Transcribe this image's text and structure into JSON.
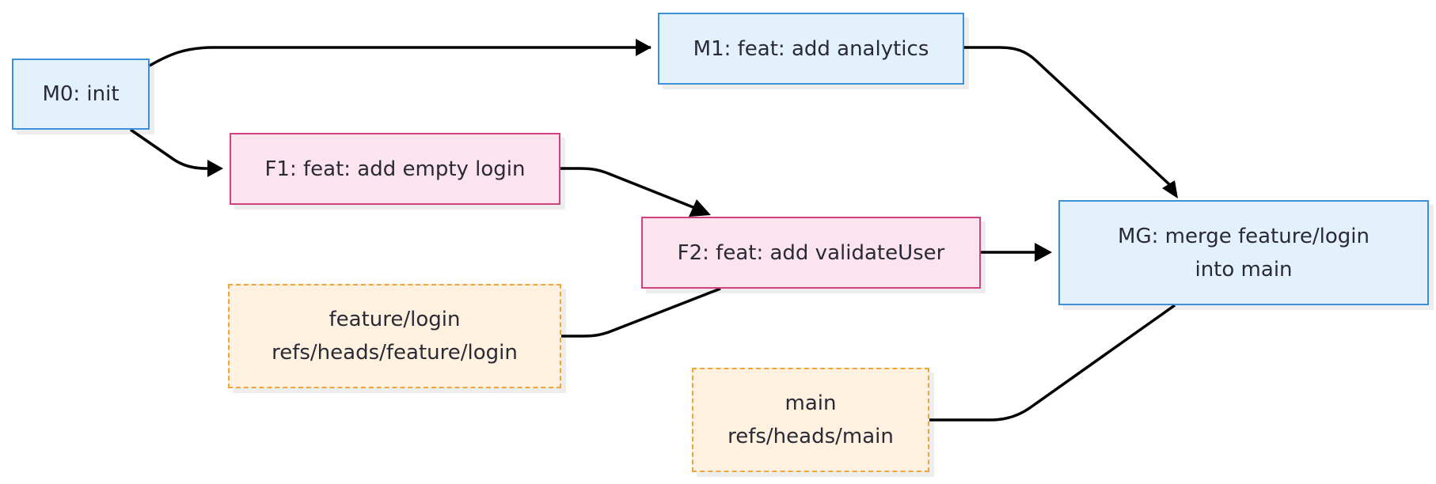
{
  "nodes": {
    "m0": {
      "label": "M0: init"
    },
    "m1": {
      "label": "M1: feat: add analytics"
    },
    "f1": {
      "label": "F1: feat: add empty login"
    },
    "f2": {
      "label": "F2: feat: add validateUser"
    },
    "mg": {
      "line1": "MG: merge feature/login",
      "line2": "into main"
    },
    "ref_feature": {
      "line1": "feature/login",
      "line2": "refs/heads/feature/login"
    },
    "ref_main": {
      "line1": "main",
      "line2": "refs/heads/main"
    }
  },
  "colors": {
    "commit_main_fill": "#e3f1fc",
    "commit_main_border": "#3c8fd9",
    "commit_feature_fill": "#fce4ef",
    "commit_feature_border": "#d2417f",
    "ref_fill": "#fff1df",
    "ref_border": "#f1a43c",
    "edge": "#000000"
  }
}
